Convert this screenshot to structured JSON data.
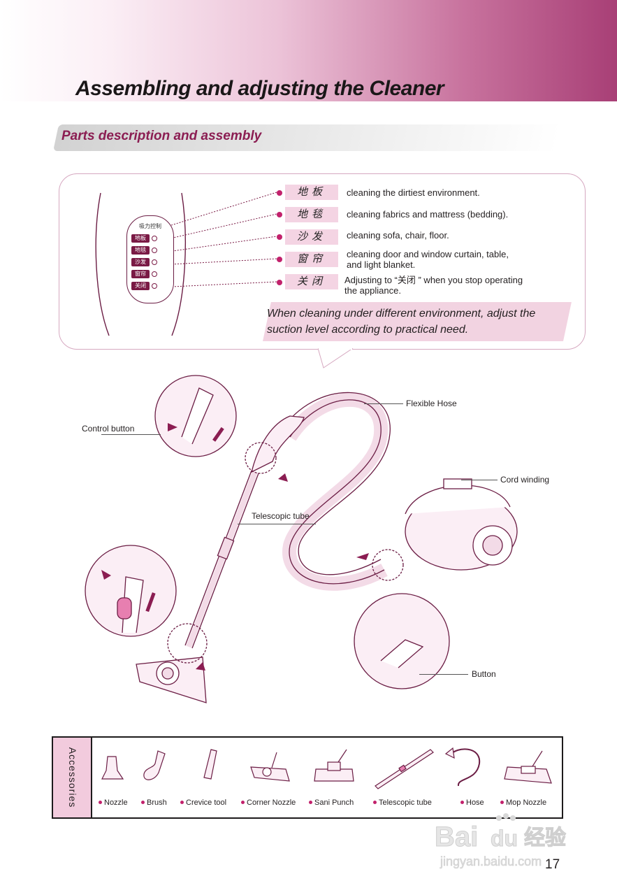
{
  "page": {
    "title": "Assembling and adjusting the Cleaner",
    "section_title": "Parts description and assembly",
    "page_number": "17"
  },
  "suction_panel": {
    "control_title": "吸力控制",
    "keys": [
      "地板",
      "地毯",
      "沙发",
      "窗帘",
      "关闭"
    ],
    "modes": [
      {
        "label": "地板",
        "desc": "cleaning the dirtiest environment."
      },
      {
        "label": "地毯",
        "desc": "cleaning fabrics and mattress (bedding)."
      },
      {
        "label": "沙发",
        "desc": "cleaning sofa, chair, floor."
      },
      {
        "label": "窗帘",
        "desc_1": "cleaning door and window curtain, table,",
        "desc_2": "and light blanket."
      },
      {
        "label": "关闭",
        "desc_1": "Adjusting to “关闭 ” when you stop operating",
        "desc_2": "the appliance."
      }
    ],
    "note_1": "When cleaning under different environment, adjust the",
    "note_2": "suction level according to practical need."
  },
  "callouts": {
    "flexible_hose": "Flexible Hose",
    "control_button": "Control button",
    "cord_winding": "Cord winding",
    "telescopic_tube": "Telescopic tube",
    "button": "Button"
  },
  "accessories": {
    "heading": "Accessories",
    "items": [
      "Nozzle",
      "Brush",
      "Crevice tool",
      "Corner  Nozzle",
      "Sani Punch",
      "Telescopic tube",
      "Hose",
      "Mop Nozzle"
    ]
  },
  "watermark": {
    "brand": "Bai",
    "brand_tail": "du",
    "brand_cn": "经验",
    "url": "jingyan.baidu.com"
  },
  "colors": {
    "accent": "#a83f76",
    "section_text": "#8b1d52",
    "label_bg": "#f4d4e3",
    "bullet": "#c2216c"
  }
}
